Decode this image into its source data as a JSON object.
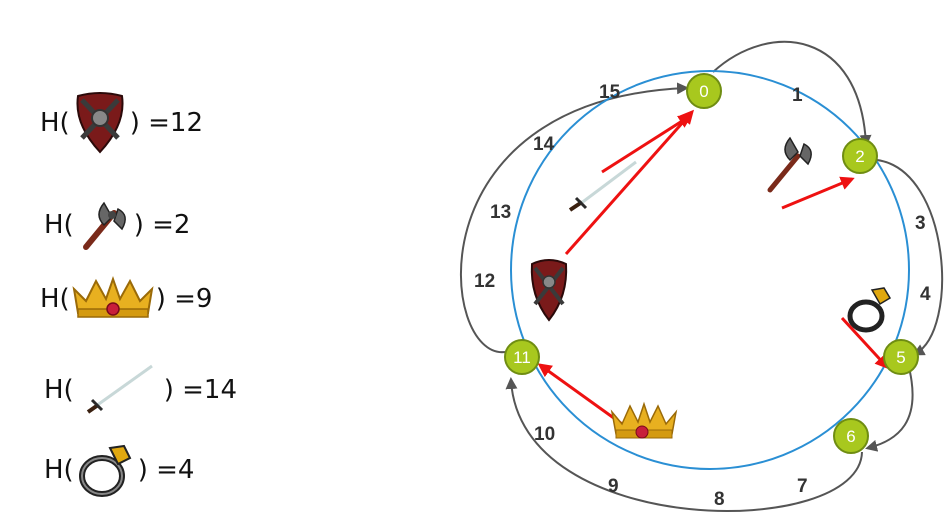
{
  "hash_entries": [
    {
      "prefix": "H(",
      "item": "shield-icon",
      "suffix": ") =12"
    },
    {
      "prefix": "H(",
      "item": "axe-icon",
      "suffix": ") =2"
    },
    {
      "prefix": "H(",
      "item": "crown-icon",
      "suffix": ") =9"
    },
    {
      "prefix": "H(",
      "item": "sword-icon",
      "suffix": ") =14"
    },
    {
      "prefix": "H(",
      "item": "ring-icon",
      "suffix": ") =4"
    }
  ],
  "ring": {
    "positions": [
      "0",
      "1",
      "2",
      "3",
      "4",
      "5",
      "6",
      "7",
      "8",
      "9",
      "10",
      "11",
      "12",
      "13",
      "14",
      "15"
    ],
    "nodes": [
      "0",
      "2",
      "5",
      "6",
      "11"
    ],
    "colors": {
      "ring": "#2a8fd4",
      "node": "#a8c81e",
      "node_border": "#6f8d12",
      "arrow": "#ee1111",
      "successor": "#555555"
    }
  }
}
